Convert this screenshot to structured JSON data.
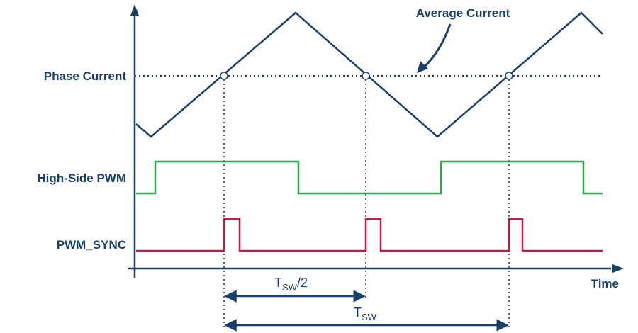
{
  "labels": {
    "phase_current": "Phase Current",
    "average_current": "Average Current",
    "high_side_pwm": "High-Side PWM",
    "pwm_sync": "PWM_SYNC",
    "time_axis": "Time",
    "tsw_half": {
      "main": "T",
      "sub": "SW",
      "suffix": "/2"
    },
    "tsw": {
      "main": "T",
      "sub": "SW"
    }
  },
  "colors": {
    "phase_current": "#1b3f6b",
    "high_side_pwm": "#2aa84a",
    "pwm_sync": "#c8164a",
    "axes": "#1b3f6b",
    "text": "#1b3f6b"
  }
}
